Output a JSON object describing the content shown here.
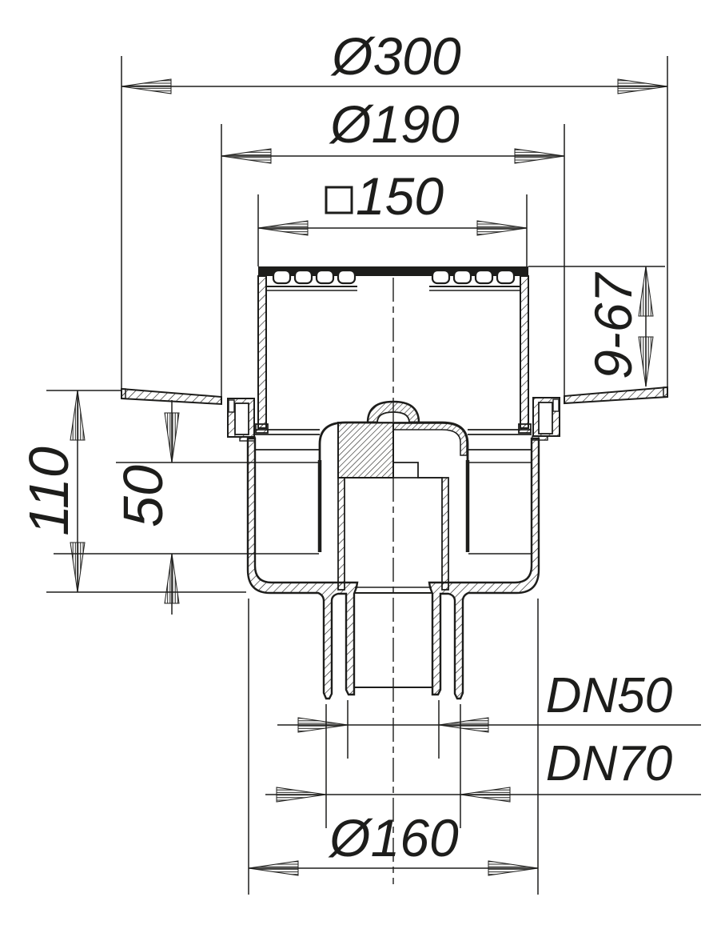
{
  "page": {
    "background": "#ffffff"
  },
  "drawing": {
    "type": "sectional technical drawing of a floor drain",
    "ink_color": "#1d1d1b",
    "labels": {
      "dia300": "Ø300",
      "dia190": "Ø190",
      "square150": "150",
      "square150_symbol": "□",
      "height_range": "9-67",
      "height_total": "110",
      "seal_depth": "50",
      "dn50": "DN50",
      "dn70": "DN70",
      "dia160": "Ø160"
    }
  }
}
